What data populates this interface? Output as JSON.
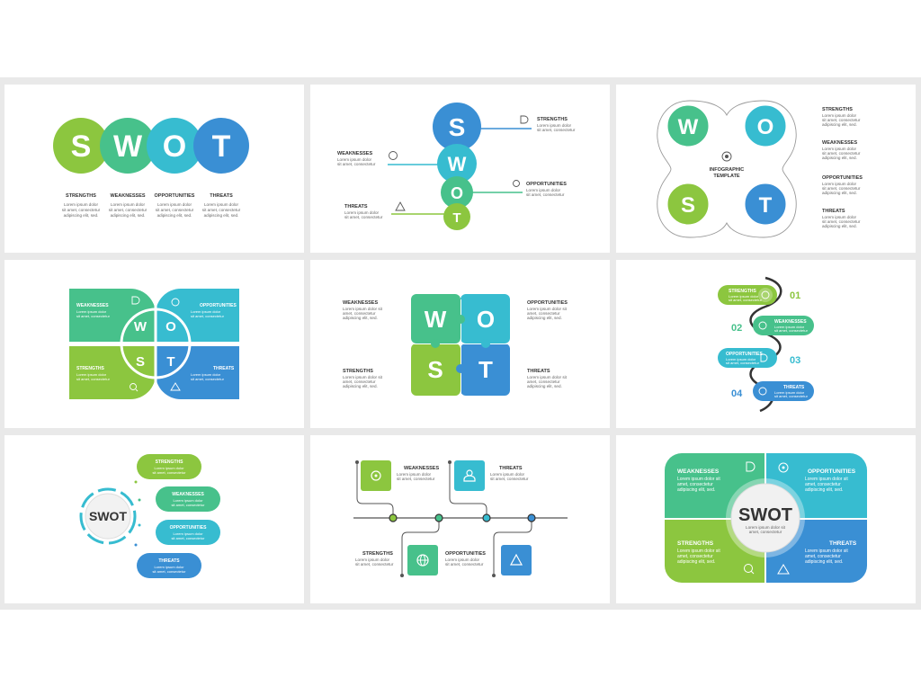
{
  "colors": {
    "green": "#8cc63f",
    "teal_green": "#47c18b",
    "cyan": "#37bcd0",
    "blue": "#3a8fd4",
    "dark": "#333333",
    "gray": "#777777"
  },
  "letters": {
    "s": "S",
    "w": "W",
    "o": "O",
    "t": "T"
  },
  "labels": {
    "strengths": "STRENGTHS",
    "weaknesses": "WEAKNESSES",
    "opportunities": "OPPORTUNITIES",
    "threats": "THREATS"
  },
  "body": {
    "l1": "Lorem ipsum dolor",
    "l2": "sit amet, consectetur",
    "l3": "adipiscing elit, sed.",
    "m1": "Lorem ipsum dolor sit",
    "m2": "amet, consectetur",
    "m3": "adipiscing elit, sed."
  },
  "slide3": {
    "center_title_1": "INFOGRAPHIC",
    "center_title_2": "TEMPLATE"
  },
  "slide6": {
    "numbers": [
      "01",
      "02",
      "03",
      "04"
    ]
  },
  "slide7": {
    "center": "SWOT"
  },
  "slide9": {
    "center": "SWOT",
    "center_sub_1": "Lorem ipsum dolor sit",
    "center_sub_2": "amet, consectetur"
  },
  "icons": [
    "target-icon",
    "lightbulb-icon",
    "refresh-icon",
    "warning-icon",
    "gear-icon",
    "search-icon",
    "dollar-icon",
    "user-icon",
    "globe-icon"
  ]
}
